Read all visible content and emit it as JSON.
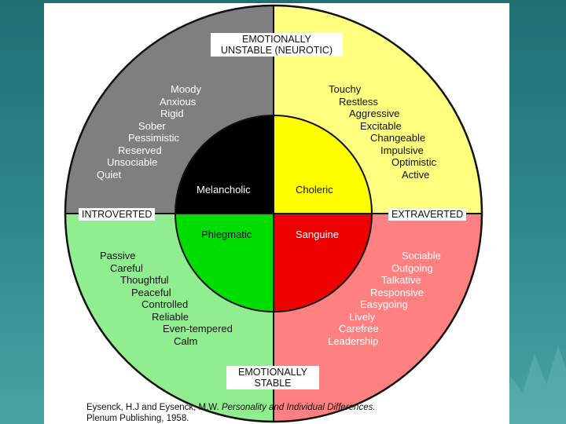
{
  "diagram": {
    "top_label": [
      "EMOTIONALLY",
      "UNSTABLE (NEUROTIC)"
    ],
    "bottom_label": [
      "EMOTIONALLY",
      "STABLE"
    ],
    "left_label": "INTROVERTED",
    "right_label": "EXTRAVERTED",
    "inner": {
      "melancholic": "Melancholic",
      "choleric": "Choleric",
      "phlegmatic": "Phlegmatic",
      "sanguine": "Sanguine"
    },
    "quadrant_traits": {
      "melancholic": [
        "Moody",
        "Anxious",
        "Rigid",
        "Sober",
        "Pessimistic",
        "Reserved",
        "Unsociable",
        "Quiet"
      ],
      "choleric": [
        "Touchy",
        "Restless",
        "Aggressive",
        "Excitable",
        "Changeable",
        "Impulsive",
        "Optimistic",
        "Active"
      ],
      "phlegmatic": [
        "Passive",
        "Careful",
        "Thoughtful",
        "Peaceful",
        "Controlled",
        "Reliable",
        "Even-tempered",
        "Calm"
      ],
      "sanguine": [
        "Sociable",
        "Outgoing",
        "Talkative",
        "Responsive",
        "Easygoing",
        "Lively",
        "Carefree",
        "Leadership"
      ]
    },
    "colors": {
      "melancholic_outer": "#7f7f7f",
      "choleric_outer": "#ffff80",
      "phlegmatic_outer": "#90ee90",
      "sanguine_outer": "#ff8080",
      "melancholic_inner": "#000000",
      "choleric_inner": "#ffff00",
      "phlegmatic_inner": "#00dd00",
      "sanguine_inner": "#ee0000"
    }
  },
  "citation": {
    "authors": "Eysenck, H.J and Eysenck, M.W.",
    "title": "Personality and Individual Differences.",
    "publisher": "Plenum Publishing, 1958."
  }
}
